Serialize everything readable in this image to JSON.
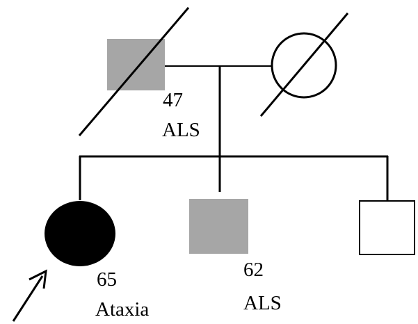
{
  "colors": {
    "affected_als": "#a6a6a6",
    "affected_ataxia": "#000000",
    "unaffected": "#ffffff",
    "line": "#000000"
  },
  "pedigree": {
    "father": {
      "sex": "male",
      "deceased": true,
      "condition": "ALS",
      "age_label": "47",
      "condition_label": "ALS",
      "icon": "square-shaded-icon"
    },
    "mother": {
      "sex": "female",
      "deceased": true,
      "condition": "none",
      "icon": "circle-empty-icon"
    },
    "proband": {
      "sex": "female",
      "deceased": false,
      "condition": "Ataxia",
      "age_label": "65",
      "condition_label": "Ataxia",
      "is_proband": true,
      "icon": "circle-filled-icon"
    },
    "brother_1": {
      "sex": "male",
      "deceased": false,
      "condition": "ALS",
      "age_label": "62",
      "condition_label": "ALS",
      "icon": "square-shaded-icon"
    },
    "brother_2": {
      "sex": "male",
      "deceased": false,
      "condition": "none",
      "icon": "square-empty-icon"
    }
  }
}
